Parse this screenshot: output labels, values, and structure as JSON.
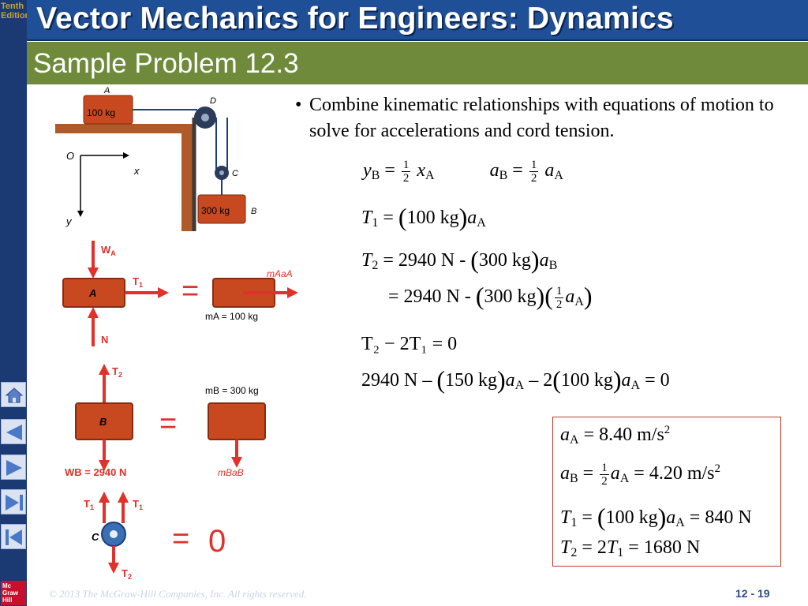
{
  "edition_label": "Tenth Edition",
  "title": "Vector Mechanics for Engineers: Dynamics",
  "subtitle": "Sample Problem 12.3",
  "bullet": "Combine kinematic relationships with equations of motion to solve for accelerations and cord tension.",
  "equations": {
    "eq1": {
      "yB": "y",
      "xA": "x",
      "aB": "a",
      "aA": "a",
      "one": "1",
      "two": "2"
    },
    "eq2": {
      "T1": "T",
      "mass": "100 kg"
    },
    "eq3": {
      "T2": "T",
      "force": "2940 N",
      "mass": "300 kg"
    },
    "eq4": {
      "force": "2940 N",
      "mass": "300 kg"
    },
    "eq5": {
      "text": "T₂ − 2T₁ = 0"
    },
    "eq6": {
      "force": "2940 N",
      "m1": "150 kg",
      "m2": "100 kg",
      "zero": "0"
    }
  },
  "results": {
    "aA": {
      "value": "8.40",
      "unit": "m",
      "unit_den": "s"
    },
    "aB": {
      "value": "4.20",
      "unit": "m",
      "unit_den": "s"
    },
    "T1": {
      "mass": "100 kg",
      "value": "840 N"
    },
    "T2": {
      "value": "1680 N"
    }
  },
  "figure1": {
    "label_A": "A",
    "label_D": "D",
    "label_C": "C",
    "label_B": "B",
    "mass_A": "100 kg",
    "mass_B": "300 kg",
    "axis_origin": "O",
    "axis_x": "x",
    "axis_y": "y"
  },
  "fbd_A": {
    "weight": "W",
    "weight_sub": "A",
    "tension": "T",
    "tension_sub": "1",
    "normal": "N",
    "block": "A",
    "equals": "=",
    "inertia": "mAaA",
    "mass": "mA = 100 kg"
  },
  "fbd_B": {
    "tension": "T",
    "tension_sub": "2",
    "block": "B",
    "equals": "=",
    "mass": "mB = 300 kg",
    "weight": "WB = 2940 N",
    "inertia": "mBaB"
  },
  "fbd_C": {
    "t1_left": "T",
    "t1_right": "T",
    "sub1": "1",
    "label": "C",
    "t2": "T",
    "sub2": "2",
    "equals": "=",
    "zero": "0"
  },
  "footer": {
    "copyright": "© 2013 The McGraw-Hill Companies, Inc. All rights reserved.",
    "page": "12 - 19",
    "logo": "Mc Graw Hill"
  },
  "colors": {
    "header": "#1f4f96",
    "subheader": "#6e8a3a",
    "sidebar": "#1b3a73",
    "arrow_red": "#e0312b",
    "block": "#c8491f"
  },
  "nav_icons": [
    "home-icon",
    "previous-icon",
    "next-icon",
    "last-icon",
    "back-icon"
  ]
}
